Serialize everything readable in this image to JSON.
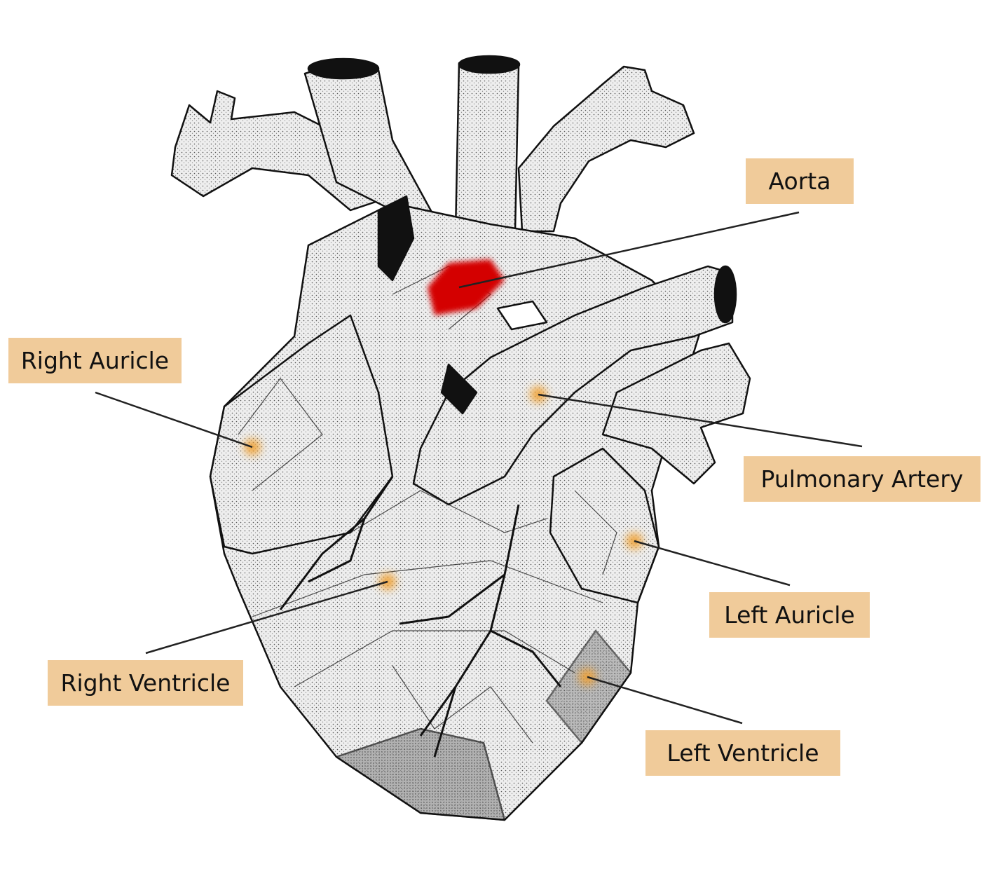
{
  "labels": {
    "aorta": "Aorta",
    "right_auricle": "Right Auricle",
    "pulmonary_artery": "Pulmonary Artery",
    "left_auricle": "Left Auricle",
    "right_ventricle": "Right Ventricle",
    "left_ventricle": "Left Ventricle"
  },
  "colors": {
    "label_bg": "#f0cb9a",
    "highlight_active": "#d40000",
    "marker": "#f0a030"
  },
  "highlighted_part": "aorta"
}
